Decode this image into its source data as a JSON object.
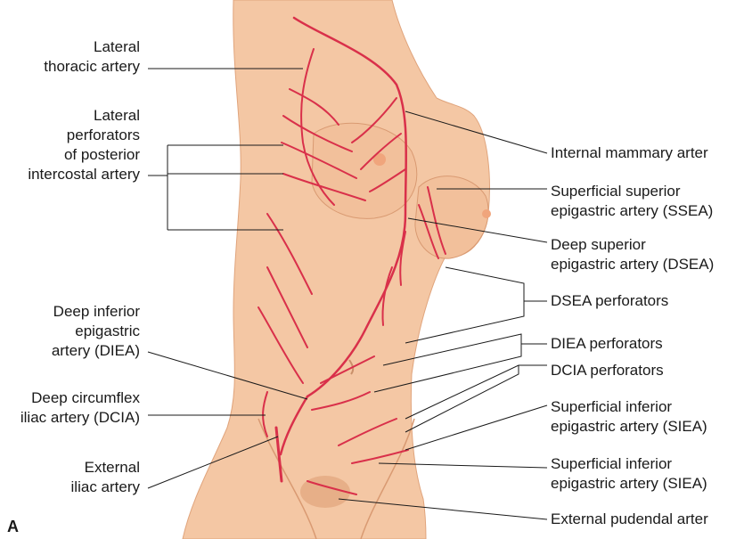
{
  "panel_letter": "A",
  "colors": {
    "skin": "#f4c7a4",
    "skin_shadow": "#e6ab83",
    "nipple": "#f0a57c",
    "artery": "#d9304a",
    "leader": "#1a1a1a"
  },
  "labels": {
    "lateral_thoracic": "Lateral\nthoracic artery",
    "lateral_perforators": "Lateral\nperforators\nof posterior\nintercostal artery",
    "diea": "Deep inferior\nepigastric\nartery (DIEA)",
    "dcia": "Deep circumflex\niliac artery (DCIA)",
    "external_iliac": "External\niliac artery",
    "internal_mammary": "Internal mammary arter",
    "ssea": "Superficial superior\nepigastric artery (SSEA)",
    "dsea": "Deep superior\nepigastric artery (DSEA)",
    "dsea_perforators": "DSEA perforators",
    "diea_perforators": "DIEA perforators",
    "dcia_perforators": "DCIA perforators",
    "siea_1": "Superficial inferior\nepigastric artery (SIEA)",
    "siea_2": "Superficial inferior\nepigastric artery (SIEA)",
    "external_pudendal": "External pudendal arter"
  }
}
